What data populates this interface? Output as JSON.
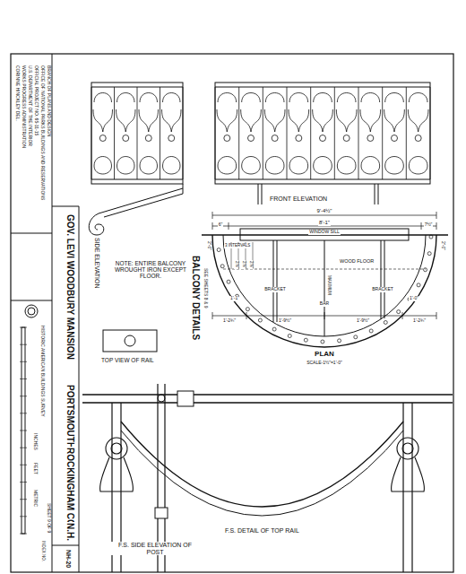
{
  "diagram": {
    "title": "GOV. LEVI WOODBURY MANSION",
    "labels": [
      "CORINNE HINCKLEY DEL.",
      "WORKS PROGRESS ADMINISTRATION",
      "U.S. DEPARTMENT OF THE INTERIOR",
      "OFFICIAL PROJECT NO. 65-11-15",
      "OFFICE OF NATIONAL PARKS BUILDINGS AND RESERVATIONS",
      "BRANCH OF PLANS AND DESIGN",
      "PORTSMOUTH",
      "ROCKINGHAM CO.",
      "N.H.",
      "NH-20",
      "SIDE ELEVATION",
      "FRONT ELEVATION",
      "NOTE: ENTIRE BALCONY WROUGHT IRON EXCEPT FLOOR.",
      "BALCONY DETAILS",
      "SEE SHEETS 8 & 9",
      "TOP VIEW OF RAIL",
      "9'-4½\"",
      "8'-1\"",
      "6\"",
      "7½\"",
      "WINDOW SILL",
      "2'-0\"",
      "2'-0\"",
      "3 INTERVALS",
      "2⅞\"",
      "2⅞\"",
      "2⅞\"",
      "WOOD FLOOR",
      "MAXIMUM",
      "BRACKET",
      "BAR",
      "BRACKET",
      "1'-1\"",
      "1'-0\"",
      "1'-2¾\"",
      "1'-9½\"",
      "1'-9½\"",
      "1'-2¾\"",
      "PLAN",
      "SCALE-1½\"=1'-0\"",
      "F.S. DETAIL OF TOP RAIL",
      "F.S. SIDE ELEVATION OF POST",
      "HISTORIC AMERICAN BUILDINGS SURVEY",
      "INCHES",
      "FEET",
      "METRIC",
      "INDEX NO.",
      "SHEET 9 OF 9"
    ]
  }
}
